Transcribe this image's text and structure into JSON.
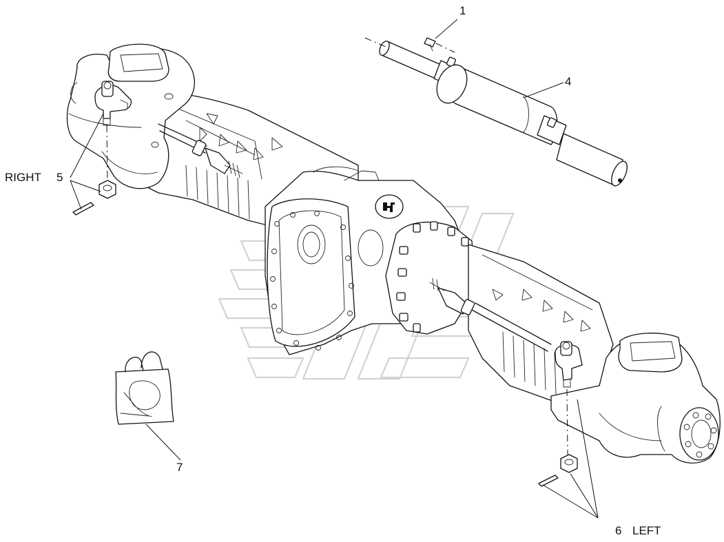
{
  "callouts": {
    "part1": "1",
    "part4": "4",
    "right_label": "RIGHT",
    "part5": "5",
    "part6": "6",
    "left_label": "LEFT",
    "part7": "7"
  },
  "icons": [
    "axle-housing-icon",
    "steering-cylinder-icon",
    "tie-rod-end-icon",
    "nut-icon",
    "cotter-pin-icon",
    "grease-fitting-icon",
    "parts-bag-icon",
    "logo-badge-icon"
  ],
  "colors": {
    "line": "#111111",
    "background": "#ffffff",
    "watermark": "#d2d2d2"
  }
}
